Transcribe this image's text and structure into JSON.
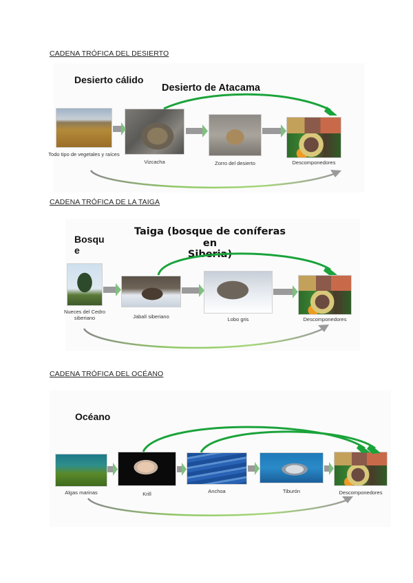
{
  "colors": {
    "arrow_gray": "#9a9a9a",
    "arrow_green": "#1aa33a",
    "curve_gradient_start": "#8a8a8a",
    "curve_gradient_end": "#7dc44a"
  },
  "sections": [
    {
      "heading": "CADENA TRÓFICA DEL DESIERTO",
      "panel": {
        "title_left": "Desierto cálido",
        "title_main": "Desierto de Atacama",
        "nodes": [
          {
            "label": "Todo tipo de vegetales y raíces",
            "image": "desert-plains-image"
          },
          {
            "label": "Vizcacha",
            "image": "vizcacha-image"
          },
          {
            "label": "Zorro del desierto",
            "image": "desert-fox-image"
          },
          {
            "label": "Descomponedores",
            "image": "decomposers-image"
          }
        ]
      }
    },
    {
      "heading": "CADENA TRÓFICA DE LA TAIGA",
      "panel": {
        "title_left_line1": "Bosqu",
        "title_left_line2": "e",
        "title_main_line1": "Taiga (bosque de coníferas en",
        "title_main_line2": "Siberia)",
        "nodes": [
          {
            "label_line1": "Nueces del Cedro",
            "label_line2": "siberiano",
            "image": "siberian-cedar-image"
          },
          {
            "label": "Jabalí siberiano",
            "image": "wild-boar-image"
          },
          {
            "label": "Lobo gris",
            "image": "gray-wolf-image"
          },
          {
            "label": "Descomponedores",
            "image": "decomposers-image"
          }
        ]
      }
    },
    {
      "heading": "CADENA TRÓFICA DEL OCÉANO",
      "panel": {
        "title_left": "Océano",
        "nodes": [
          {
            "label": "Algas marinas",
            "image": "seaweed-image"
          },
          {
            "label": "Krill",
            "image": "krill-image"
          },
          {
            "label": "Anchoa",
            "image": "anchovy-image"
          },
          {
            "label": "Tiburón",
            "image": "shark-image"
          },
          {
            "label": "Descomponedores",
            "image": "decomposers-image"
          }
        ]
      }
    }
  ]
}
